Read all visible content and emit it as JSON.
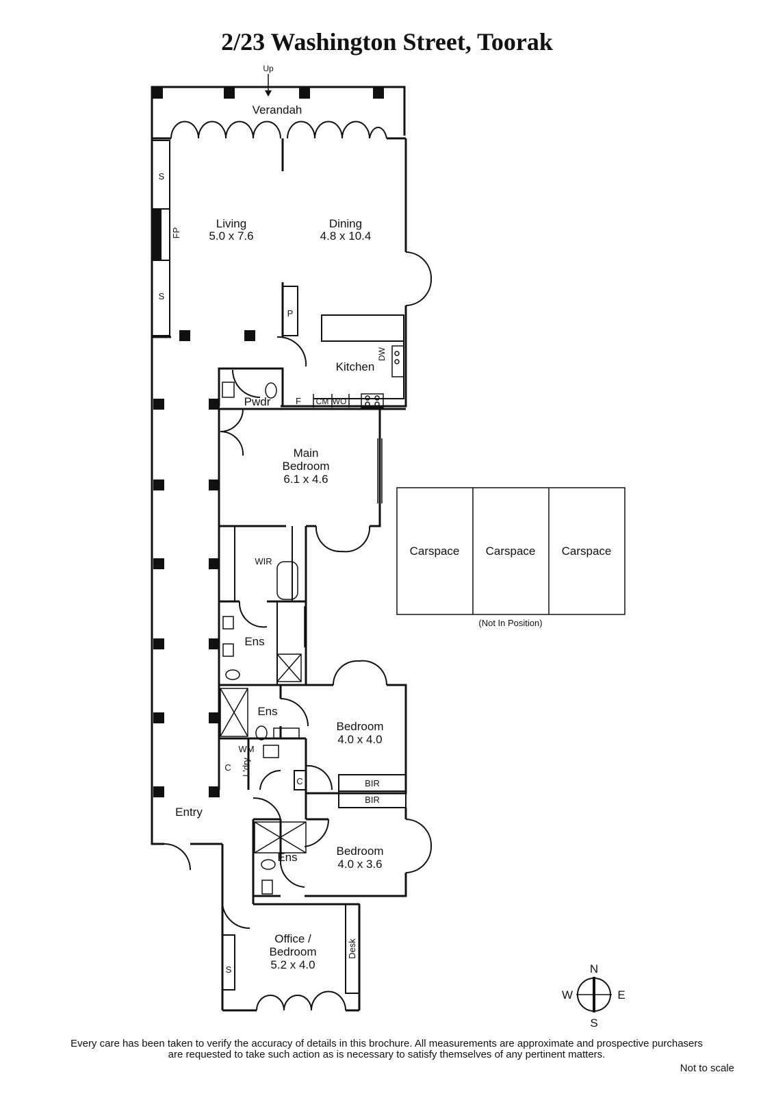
{
  "title": "2/23 Washington Street, Toorak",
  "up_label": "Up",
  "rooms": {
    "verandah": "Verandah",
    "living_name": "Living",
    "living_size": "5.0 x 7.6",
    "dining_name": "Dining",
    "dining_size": "4.8 x 10.4",
    "kitchen": "Kitchen",
    "powder": "Pwdr",
    "main_bed_line1": "Main",
    "main_bed_line2": "Bedroom",
    "main_bed_size": "6.1 x 4.6",
    "wir": "WIR",
    "ens1": "Ens",
    "ens2": "Ens",
    "ens3": "Ens",
    "bed2_name": "Bedroom",
    "bed2_size": "4.0 x 4.0",
    "bed3_name": "Bedroom",
    "bed3_size": "4.0 x 3.6",
    "bir1": "BIR",
    "bir2": "BIR",
    "laundry": "L'dry",
    "wm": "WM",
    "entry": "Entry",
    "office_line1": "Office /",
    "office_line2": "Bedroom",
    "office_size": "5.2 x 4.0",
    "desk": "Desk"
  },
  "fixtures": {
    "s1": "S",
    "s2": "S",
    "s3": "S",
    "fp": "FP",
    "p": "P",
    "dw": "DW",
    "f": "F",
    "cm": "CM",
    "wo": "WO",
    "c1": "C",
    "c2": "C"
  },
  "carspaces": [
    "Carspace",
    "Carspace",
    "Carspace"
  ],
  "carspace_note": "(Not In Position)",
  "compass": {
    "n": "N",
    "s": "S",
    "e": "E",
    "w": "W"
  },
  "disclaimer_line1": "Every care has been taken to verify the accuracy of details in this brochure.  All measurements are approximate and prospective purchasers",
  "disclaimer_line2": "are requested to take such action as is necessary to satisfy themselves of any pertinent matters.",
  "not_to_scale": "Not to scale"
}
